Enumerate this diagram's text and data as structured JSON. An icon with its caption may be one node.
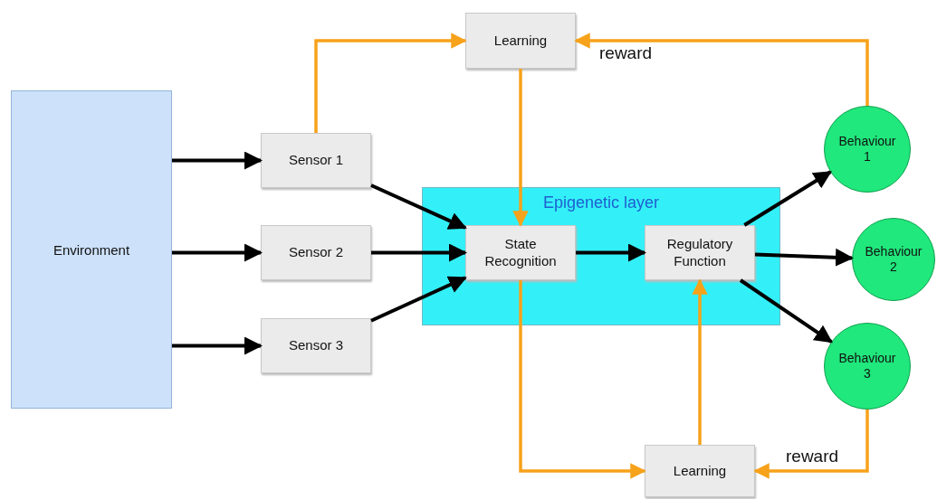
{
  "diagram": {
    "nodes": [
      {
        "text": [
          "Environment"
        ]
      },
      {
        "text": [
          "Learning"
        ]
      },
      {
        "text": [
          "Sensor 1"
        ]
      },
      {
        "text": [
          "Sensor 2"
        ]
      },
      {
        "text": [
          "Sensor 3"
        ]
      },
      {
        "text": [
          "Epigenetic layer"
        ]
      },
      {
        "text": [
          "State Recognition"
        ],
        "in": 5
      },
      {
        "text": [
          "Regulatory Function"
        ],
        "in": 5
      },
      {
        "text": [
          "Behaviour 1"
        ]
      },
      {
        "text": [
          "Behaviour 2"
        ]
      },
      {
        "text": [
          "Behaviour 3"
        ]
      },
      {
        "text": [
          "Learning"
        ]
      }
    ],
    "edges": [
      {
        "from": 0,
        "to": 2,
        "arrow": "to"
      },
      {
        "from": 0,
        "to": 3,
        "arrow": "to"
      },
      {
        "from": 0,
        "to": 4,
        "arrow": "to"
      },
      {
        "from": 2,
        "to": 6,
        "arrow": "to"
      },
      {
        "from": 3,
        "to": 6,
        "arrow": "to"
      },
      {
        "from": 4,
        "to": 6,
        "arrow": "to"
      },
      {
        "from": 6,
        "to": 7,
        "arrow": "to"
      },
      {
        "from": 7,
        "to": 8,
        "arrow": "to"
      },
      {
        "from": 7,
        "to": 9,
        "arrow": "to"
      },
      {
        "from": 7,
        "to": 10,
        "arrow": "to"
      },
      {
        "from": 2,
        "to": 1,
        "arrow": "to",
        "color": "#f7a21b"
      },
      {
        "from": 1,
        "to": 6,
        "arrow": "to",
        "color": "#f7a21b"
      },
      {
        "from": 8,
        "to": 1,
        "arrow": "to",
        "label": "reward",
        "color": "#f7a21b"
      },
      {
        "from": 6,
        "to": 11,
        "arrow": "to",
        "color": "#f7a21b"
      },
      {
        "from": 10,
        "to": 11,
        "arrow": "to",
        "label": "reward",
        "color": "#f7a21b"
      },
      {
        "from": 11,
        "to": 7,
        "arrow": "to",
        "color": "#f7a21b"
      }
    ]
  }
}
